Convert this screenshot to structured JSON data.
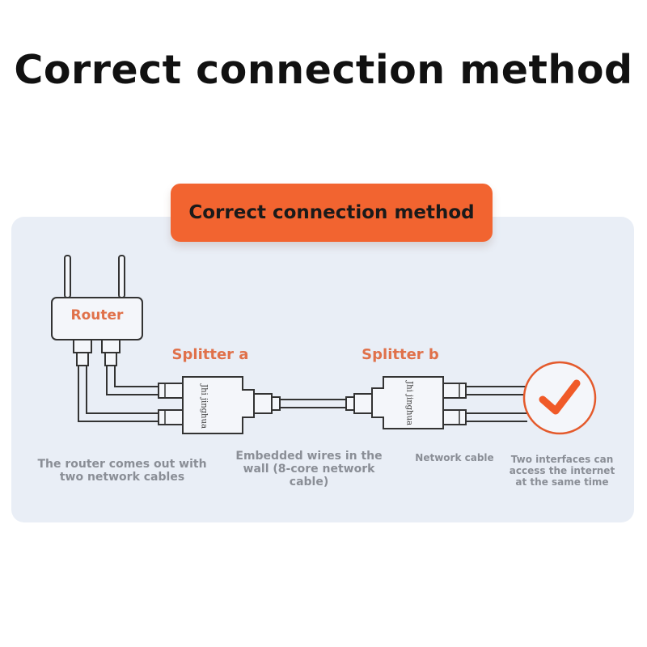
{
  "title": "Correct connection method",
  "badge": "Correct connection method",
  "labels": {
    "router": "Router",
    "splitter_a": "Splitter a",
    "splitter_b": "Splitter b",
    "brand": "Jhi jinghua"
  },
  "captions": {
    "router": "The router comes out with two network cables",
    "wall": "Embedded wires in the wall (8-core network cable)",
    "network_cable": "Network cable",
    "two_interfaces": "Two interfaces can access the internet at the same time"
  },
  "colors": {
    "accent": "#f26430",
    "label": "#e0714a",
    "panel": "#e9eef6",
    "check": "#f05a28"
  },
  "icons": {
    "result": "checkmark-icon"
  }
}
